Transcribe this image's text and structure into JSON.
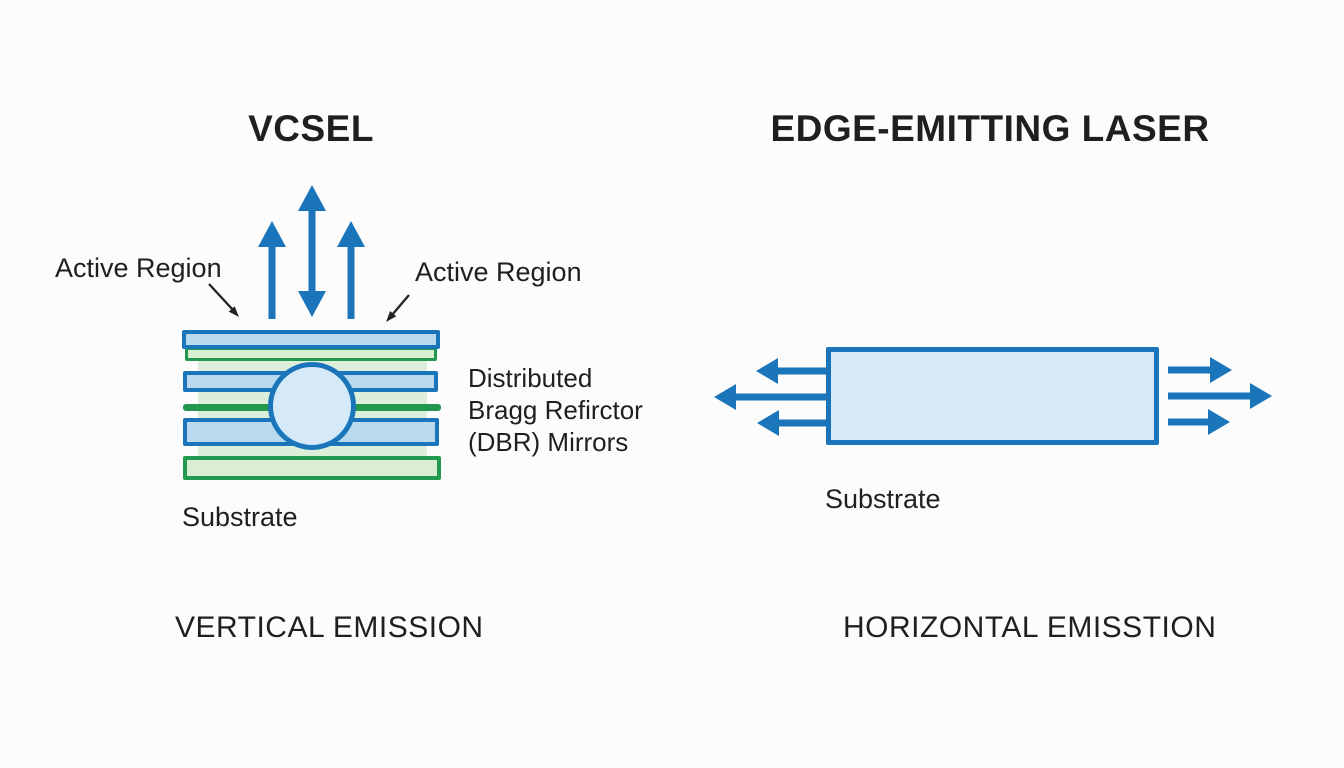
{
  "colors": {
    "background": "#fcfcfc",
    "blue-stroke": "#1b75bb",
    "blue-bar-fill": "#b9d9ef",
    "light-blue-fill": "#d6e9f8",
    "green-stroke": "#21984d",
    "green-fill": "#d9eed3",
    "green-glow": "#ddeeda",
    "text": "#1f1f1f"
  },
  "vcsel": {
    "title": "VCSEL",
    "active_region_left": "Active Region",
    "active_region_right": "Active Region",
    "dbr_lines": {
      "0": "Distributed",
      "1": "Bragg Refirctor",
      "2": "(DBR) Mirrors"
    },
    "substrate": "Substrate",
    "emission": "VERTICAL EMISSION"
  },
  "edge_laser": {
    "title": "EDGE-EMITTING LASER",
    "substrate": "Substrate",
    "emission": "HORIZONTAL EMISSTION"
  },
  "icons": {
    "up-arrow": "blue arrow pointing up (vertical emission)",
    "up-down-arrow": "blue double-headed vertical arrow",
    "left-arrow": "blue arrow pointing left (horizontal emission)",
    "right-arrow": "blue arrow pointing right (horizontal emission)",
    "annotation-arrow": "thin black pointer arrow from label to layer"
  }
}
